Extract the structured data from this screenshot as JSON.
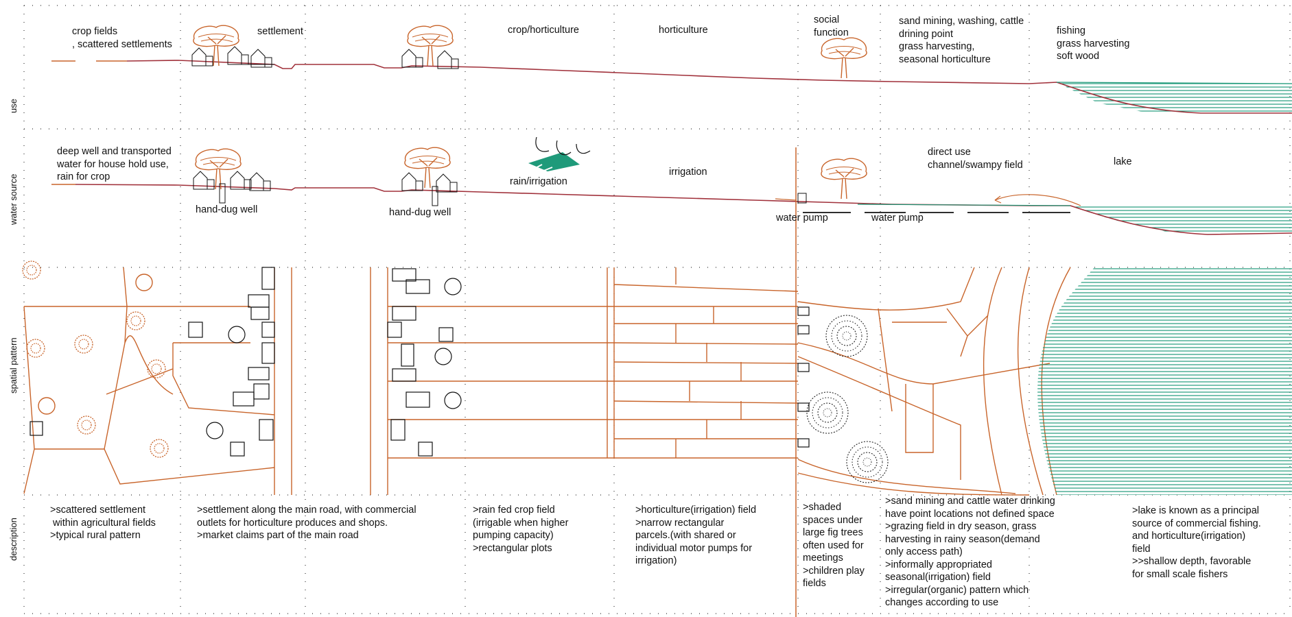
{
  "rows": {
    "use": "use",
    "water_source": "water source",
    "spatial_pattern": "spatial pattern",
    "description": "description"
  },
  "use_labels": {
    "crop_fields": "crop fields\n, scattered settlements",
    "settlement": "settlement",
    "crop_horticulture": "crop/horticulture",
    "horticulture": "horticulture",
    "social_function": "social\nfunction",
    "sand_mining": "sand mining, washing, cattle\ndrining point\ngrass harvesting,\nseasonal horticulture",
    "fishing": "fishing\ngrass harvesting\nsoft wood"
  },
  "water_labels": {
    "deep_well": "deep well and transported\nwater for house hold use,\nrain for crop",
    "hand_dug_well_1": "hand-dug well",
    "hand_dug_well_2": "hand-dug well",
    "rain_irrigation": "rain/irrigation",
    "irrigation": "irrigation",
    "water_pump_1": "water pump",
    "water_pump_2": "water pump",
    "direct_use": "direct use\nchannel/swampy field",
    "lake": "lake"
  },
  "descriptions": {
    "d1": ">scattered settlement\n within agricultural fields\n>typical rural pattern",
    "d2": ">settlement along the main road, with commercial\noutlets for horticulture produces and shops.\n>market claims part of the main road",
    "d3": ">rain fed crop field\n(irrigable when higher\npumping capacity)\n>rectangular plots",
    "d4": ">horticulture(irrigation) field\n>narrow rectangular\nparcels.(with shared or\nindividual motor pumps for\nirrigation)",
    "d5": ">shaded\nspaces under\nlarge fig trees\noften used for\nmeetings\n>children play\nfields",
    "d6": ">sand mining and cattle water drinking\nhave point locations not defined space\n>grazing field in dry season, grass\nharvesting in rainy season(demand\nonly access path)\n>informally appropriated\nseasonal(irrigation) field\n>irregular(organic) pattern which\nchanges according to use",
    "d7": ">lake is known as a principal\nsource of commercial fishing.\nand horticulture(irrigation)\nfield\n>>shallow depth, favorable\nfor small scale fishers"
  },
  "colors": {
    "line": "#c8642a",
    "ground": "#a0303a",
    "water": "#1f9a7a",
    "ink": "#111111"
  }
}
